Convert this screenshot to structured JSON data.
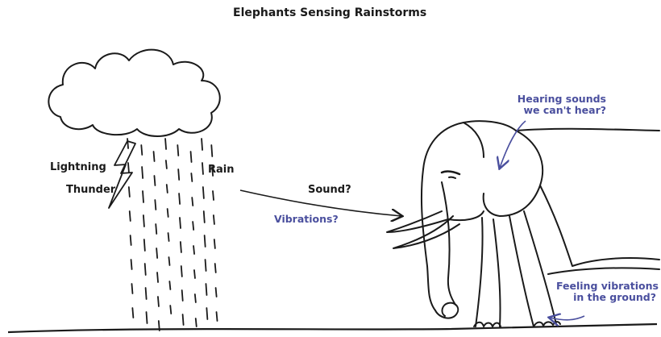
{
  "title": "Elephants Sensing Rainstorms",
  "labels": {
    "lightning": "Lightning",
    "thunder": "Thunder",
    "rain": "Rain",
    "sound": "Sound?",
    "vibrations": "Vibrations?",
    "hearing_line1": "Hearing sounds",
    "hearing_line2": "we can't hear?",
    "feeling_line1": "Feeling vibrations",
    "feeling_line2": "in the ground?"
  },
  "colors": {
    "ink": "#1a1a1a",
    "annotation": "#4a4f9e"
  }
}
